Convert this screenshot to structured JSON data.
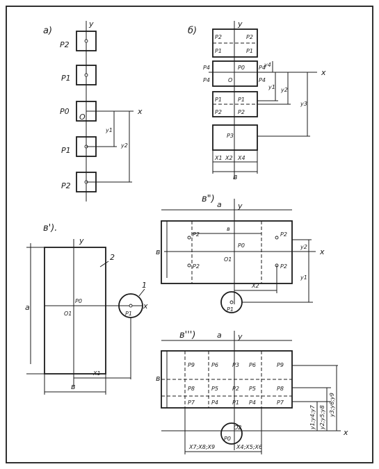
{
  "panel_a": {
    "label": "а)",
    "axis_y": "y",
    "axis_x": "x",
    "loads": [
      "P2",
      "P1",
      "P0",
      "P1",
      "P2"
    ],
    "origin": "O",
    "dims": [
      "y1",
      "y2"
    ]
  },
  "panel_b": {
    "label": "б)",
    "axis_y": "y",
    "axis_x": "x",
    "top_group": [
      "P2",
      "P2",
      "P1",
      "P1"
    ],
    "mid_group": [
      "P4",
      "P0",
      "P4",
      "P4",
      "P4"
    ],
    "low_group": [
      "P1",
      "P1",
      "P2",
      "P2"
    ],
    "bottom_load": "P3",
    "origin": "O",
    "dims_right": [
      "y4",
      "y1",
      "y2",
      "y3"
    ],
    "dims_bottom": [
      "X1",
      "X2",
      "X4"
    ],
    "width": "в"
  },
  "panel_v1": {
    "label": "в').",
    "axis_y": "y",
    "axis_x": "x",
    "load": "P0",
    "origin": "O1",
    "external_load": "P1",
    "callouts": [
      "1",
      "2"
    ],
    "height": "a",
    "dims_bottom": [
      "X1",
      "в"
    ]
  },
  "panel_v2": {
    "label": "в\")",
    "axis_y": "y",
    "axis_x": "x",
    "width": "a",
    "height": "в",
    "inner": "в",
    "center_load": "P0",
    "origin": "O1",
    "corner_loads": [
      "P2",
      "P2",
      "P2",
      "P2"
    ],
    "external_load": "P1",
    "dims": [
      "y2",
      "y1",
      "X2"
    ]
  },
  "panel_v3": {
    "label": "в''')",
    "axis_y": "y",
    "axis_x": "x",
    "width": "a",
    "height": "в",
    "row1": [
      "P9",
      "P6",
      "P3",
      "P6",
      "P9"
    ],
    "row2": [
      "P8",
      "P5",
      "P2",
      "P5",
      "P8"
    ],
    "row3": [
      "P7",
      "P4",
      "P1",
      "P4",
      "P7"
    ],
    "external_loads": [
      "P0",
      "O2"
    ],
    "dims_right": [
      "y1;y4;y7",
      "y2;y5;y8",
      "y3;y6;y9"
    ],
    "dims_bottom": [
      "X7;X8;X9",
      "X4;X5;X6"
    ]
  }
}
